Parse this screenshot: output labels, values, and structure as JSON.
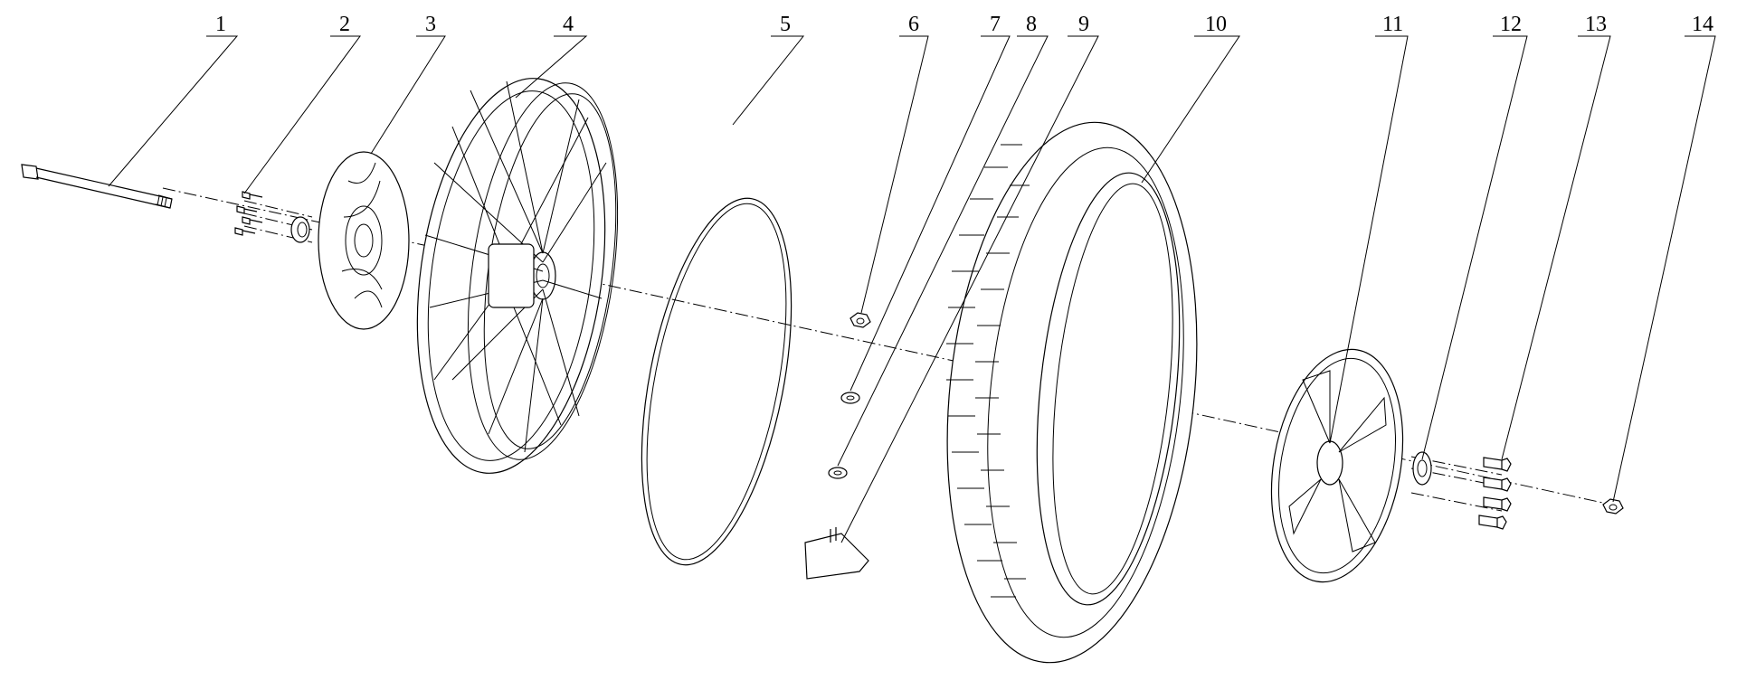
{
  "diagram": {
    "callouts": [
      "1",
      "2",
      "3",
      "4",
      "5",
      "6",
      "7",
      "8",
      "9",
      "10",
      "11",
      "12",
      "13",
      "14"
    ]
  },
  "colors": {
    "line": "#000000",
    "background": "#ffffff"
  }
}
